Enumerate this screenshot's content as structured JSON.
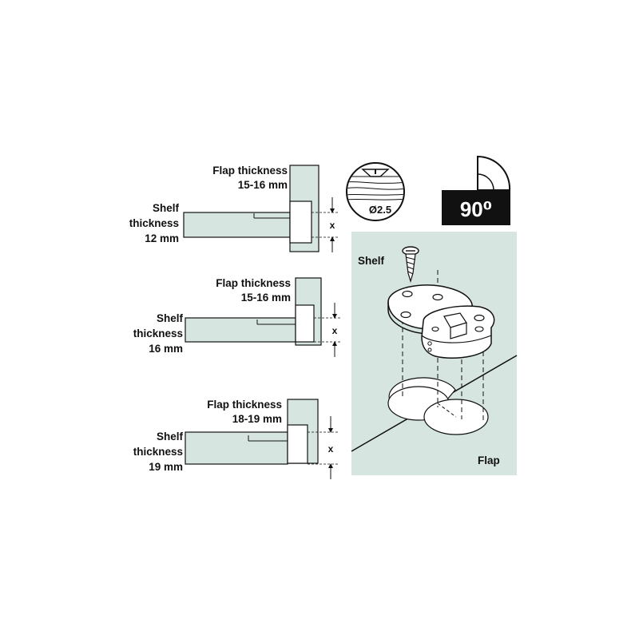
{
  "colors": {
    "panel": "#d6e5df",
    "line": "#111111",
    "background": "#ffffff"
  },
  "configs": [
    {
      "flap_label": "Flap thickness",
      "flap_value": "15-16 mm",
      "shelf_label_1": "Shelf",
      "shelf_label_2": "thickness",
      "shelf_value": "12 mm",
      "dim_label": "x"
    },
    {
      "flap_label": "Flap thickness",
      "flap_value": "15-16 mm",
      "shelf_label_1": "Shelf",
      "shelf_label_2": "thickness",
      "shelf_value": "16 mm",
      "dim_label": "x"
    },
    {
      "flap_label": "Flap thickness",
      "flap_value": "18-19 mm",
      "shelf_label_1": "Shelf",
      "shelf_label_2": "thickness",
      "shelf_value": "19 mm",
      "dim_label": "x"
    }
  ],
  "screw_icon": {
    "icon": "countersunk-screw-icon",
    "diameter_label": "Ø2.5"
  },
  "angle_icon": {
    "icon": "quarter-circle-angle-icon",
    "label": "90⁰"
  },
  "assembly": {
    "shelf_label": "Shelf",
    "flap_label": "Flap"
  }
}
